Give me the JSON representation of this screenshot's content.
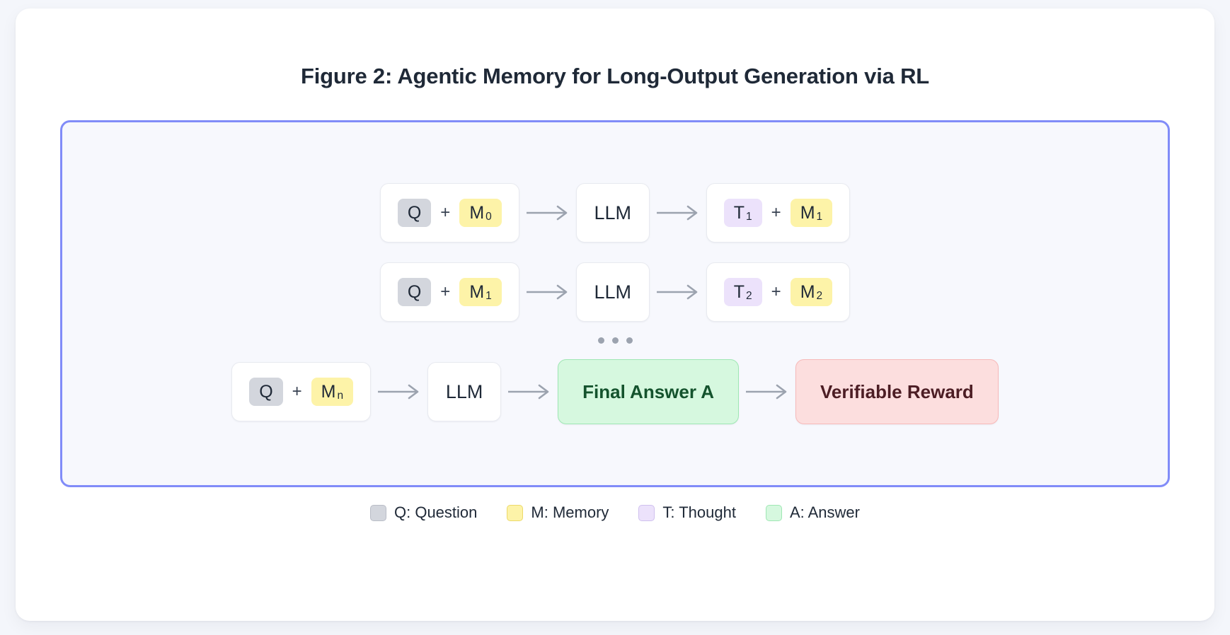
{
  "figure": {
    "title": "Figure 2: Agentic Memory for Long-Output Generation via RL"
  },
  "colors": {
    "panel_border": "#818cf8",
    "panel_bg": "#f7f8fd",
    "page_bg": "#f4f6fb",
    "card_bg": "#ffffff",
    "question_chip": "#d3d6dd",
    "memory_chip": "#fdf3a8",
    "thought_chip": "#ece2fb",
    "answer_box": "#d6f8df",
    "answer_border": "#9fe7b4",
    "reward_box": "#fcdede",
    "reward_border": "#f7b9b9",
    "arrow": "#9ca3af",
    "title_text": "#1f2937"
  },
  "diagram": {
    "rows": [
      {
        "id": "step-1",
        "input": {
          "q": "Q",
          "plus": "+",
          "m_label": "M",
          "m_sub": "0"
        },
        "model": "LLM",
        "output": {
          "t_label": "T",
          "t_sub": "1",
          "plus": "+",
          "m_label": "M",
          "m_sub": "1"
        }
      },
      {
        "id": "step-2",
        "input": {
          "q": "Q",
          "plus": "+",
          "m_label": "M",
          "m_sub": "1"
        },
        "model": "LLM",
        "output": {
          "t_label": "T",
          "t_sub": "2",
          "plus": "+",
          "m_label": "M",
          "m_sub": "2"
        }
      }
    ],
    "ellipsis": "...",
    "final_row": {
      "id": "step-n",
      "input": {
        "q": "Q",
        "plus": "+",
        "m_label": "M",
        "m_sub": "n"
      },
      "model": "LLM",
      "answer": "Final Answer A",
      "reward": "Verifiable Reward"
    }
  },
  "legend": {
    "items": [
      {
        "key": "question",
        "swatch": "#d3d6dd",
        "label": "Q: Question"
      },
      {
        "key": "memory",
        "swatch": "#fdf3a8",
        "label": "M: Memory"
      },
      {
        "key": "thought",
        "swatch": "#ece2fb",
        "label": "T: Thought"
      },
      {
        "key": "answer",
        "swatch": "#d6f8df",
        "label": "A: Answer"
      }
    ]
  }
}
